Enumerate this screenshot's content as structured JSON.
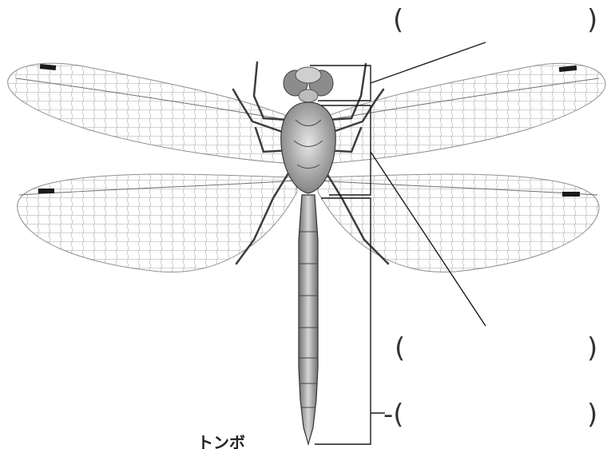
{
  "labels": {
    "blank_open": "(",
    "blank_close": ")",
    "blank_open_with_dash": "-(",
    "caption": "トンボ"
  },
  "colors": {
    "ink": "#333333",
    "wing_vein": "#9a9a9a",
    "body": "#b8b8b8",
    "body_dark": "#6f6f6f",
    "pterostigma": "#1a1a1a"
  },
  "answer_blanks": [
    {
      "id": "head",
      "value": ""
    },
    {
      "id": "thorax",
      "value": ""
    },
    {
      "id": "abdomen",
      "value": ""
    }
  ]
}
